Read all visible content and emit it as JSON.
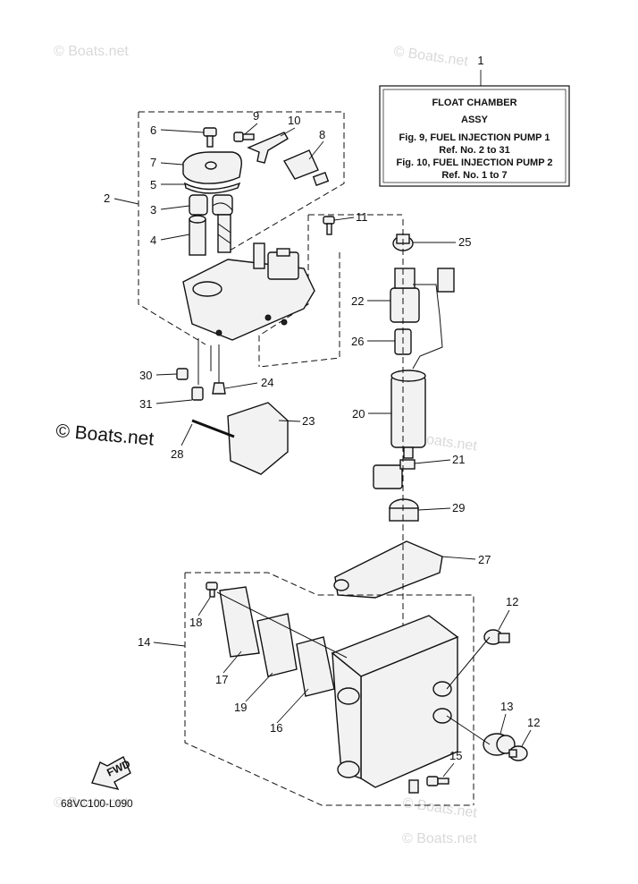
{
  "note_box": {
    "ref": "1",
    "lines": [
      "FLOAT CHAMBER",
      "ASSY",
      "Fig. 9, FUEL INJECTION PUMP 1",
      "Ref. No. 2 to 31",
      "Fig. 10, FUEL INJECTION PUMP 2",
      "Ref. No. 1 to 7"
    ]
  },
  "callouts": [
    "2",
    "3",
    "4",
    "5",
    "6",
    "7",
    "8",
    "9",
    "10",
    "11",
    "12",
    "12",
    "13",
    "14",
    "15",
    "16",
    "17",
    "18",
    "19",
    "20",
    "21",
    "22",
    "23",
    "24",
    "25",
    "26",
    "27",
    "28",
    "29",
    "30",
    "31"
  ],
  "watermarks": [
    "© Boats.net",
    "© Boats.net",
    "© Boats.net",
    "© Boats.net",
    "© Boats.net",
    "© Boats.net"
  ],
  "watermark_main": "© Boats.net",
  "fwd_label": "FWD",
  "diagram_code": "68VC100-L090"
}
